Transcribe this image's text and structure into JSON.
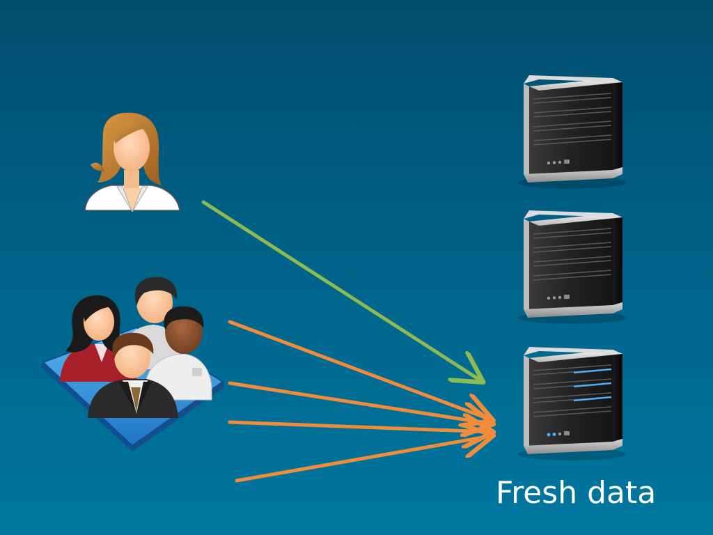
{
  "caption": "Fresh data",
  "icons": {
    "single_user": "woman-user-icon",
    "user_group": "user-group-icon",
    "server_top": "server-icon",
    "server_middle": "server-icon",
    "server_bottom": "active-server-icon"
  },
  "colors": {
    "background_top": "#004d6e",
    "background_bottom": "#0077a0",
    "single_user_arrow": "#8dba52",
    "group_arrows": "#f08c3c",
    "server_body": "#151515",
    "server_active_led": "#4ab4ff",
    "caption_text": "#ffffff"
  },
  "connections": [
    {
      "from": "single_user",
      "to": "server_bottom",
      "color": "single_user_arrow"
    },
    {
      "from": "user_group",
      "to": "server_bottom",
      "color": "group_arrows"
    },
    {
      "from": "user_group",
      "to": "server_bottom",
      "color": "group_arrows"
    },
    {
      "from": "user_group",
      "to": "server_bottom",
      "color": "group_arrows"
    },
    {
      "from": "user_group",
      "to": "server_bottom",
      "color": "group_arrows"
    }
  ]
}
